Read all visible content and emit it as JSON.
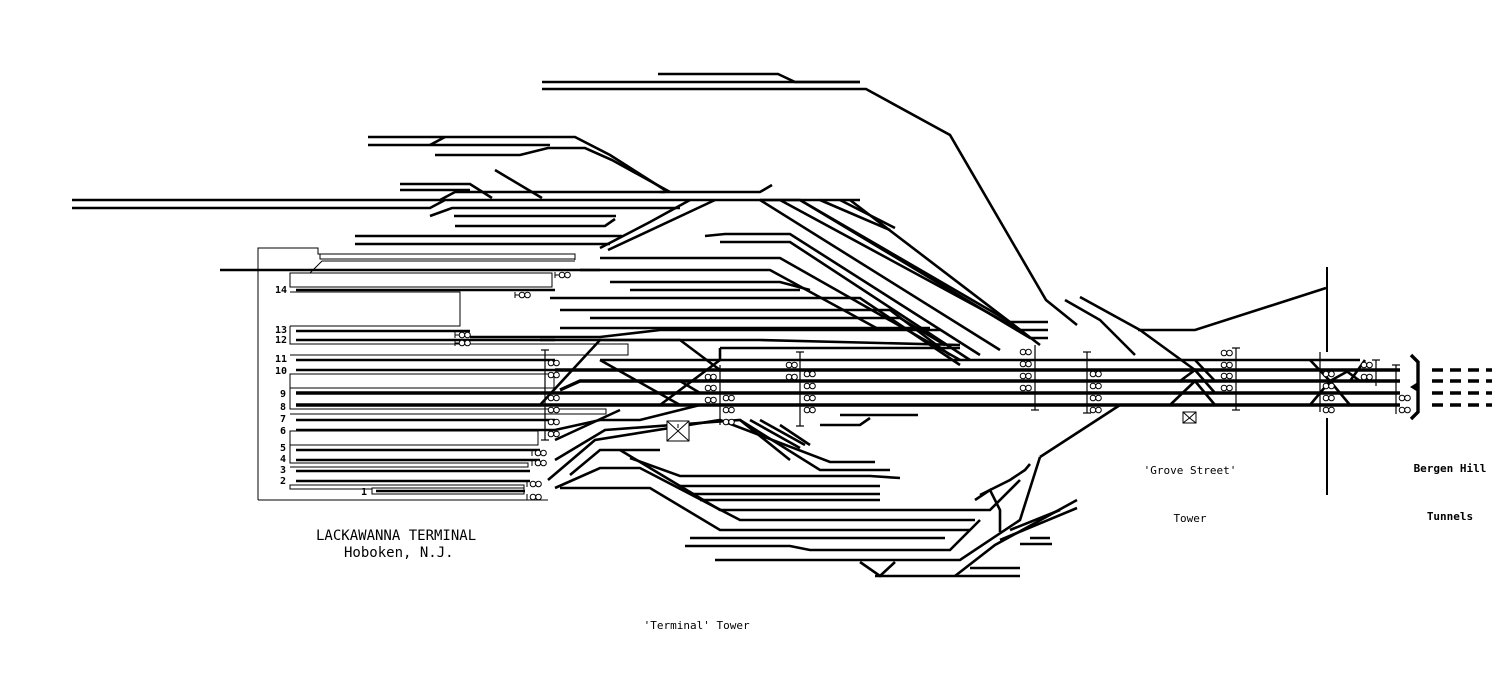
{
  "title": {
    "line1": "LACKAWANNA TERMINAL",
    "line2": "Hoboken, N.J."
  },
  "towers": {
    "terminal": "'Terminal' Tower",
    "grove_street_line1": "'Grove Street'",
    "grove_street_line2": "Tower"
  },
  "destination": {
    "line1": "Bergen Hill",
    "line2": "Tunnels"
  },
  "station_tracks": [
    "14",
    "13",
    "12",
    "11",
    "10",
    "9",
    "8",
    "7",
    "6",
    "5",
    "4",
    "3",
    "2",
    "1"
  ]
}
